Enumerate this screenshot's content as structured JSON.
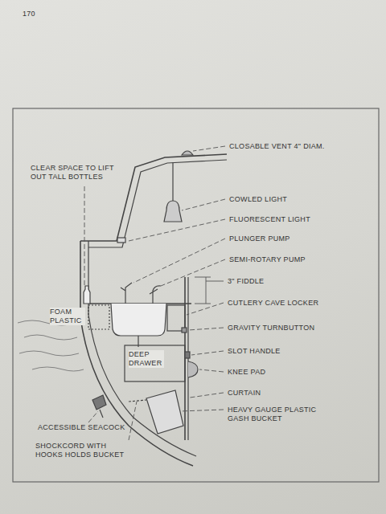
{
  "diagram": {
    "labels": [
      "170",
      "CLOSABLE VENT 4\" DIAM.",
      "CLEAR SPACE TO LIFT OUT TALL BOTTLES",
      "COWLED LIGHT",
      "FLUORESCENT LIGHT",
      "PLUNGER PUMP",
      "SEMI-ROTARY PUMP",
      "3\" FIDDLE",
      "CUTLERY CAVE LOCKER",
      "GRAVITY TURNBUTTON",
      "SLOT HANDLE",
      "KNEE PAD",
      "CURTAIN",
      "HEAVY GAUGE PLASTIC GASH BUCKET",
      "FOAM PLASTIC",
      "DEEP DRAWER",
      "ACCESSIBLE SEACOCK",
      "SHOCKCORD WITH HOOKS HOLDS BUCKET"
    ]
  }
}
